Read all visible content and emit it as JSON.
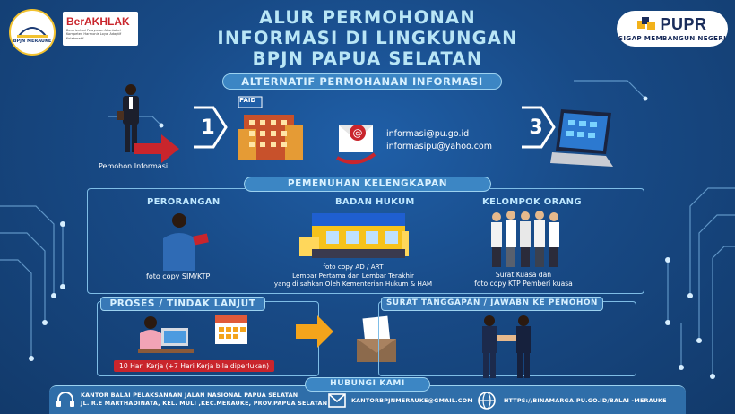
{
  "logos": {
    "bpjn": "BPJN MERAUKE",
    "akhlak_main": "BerAKHLAK",
    "akhlak_sub": "Berorientasi Pelayanan Akuntabel Kompeten Harmonis Loyal Adaptif Kolaboratif",
    "pupr_brand": "PUPR",
    "pupr_tag": "SIGAP MEMBANGUN NEGERI"
  },
  "title": {
    "line1": "ALUR PERMOHONAN",
    "line2": "INFORMASI DI LINGKUNGAN",
    "line3": "BPJN PAPUA SELATAN"
  },
  "alternatif": {
    "header": "ALTERNATIF PERMOHANAN INFORMASI",
    "requester_label": "Pemohon Informasi",
    "step1": "1",
    "step3": "3",
    "paid_sign": "PAID",
    "email_1": "informasi@pu.go.id",
    "email_2": "informasipu@yahoo.com"
  },
  "pemenuhan": {
    "header": "PEMENUHAN KELENGKAPAN",
    "perorangan": {
      "title": "PERORANGAN",
      "doc": "foto copy SIM/KTP"
    },
    "badan_hukum": {
      "title": "BADAN HUKUM",
      "doc1": "foto copy AD / ART",
      "doc2": "Lembar Pertama dan Lembar Terakhir",
      "doc3": "yang di sahkan Oleh Kementerian Hukum & HAM"
    },
    "kelompok": {
      "title": "KELOMPOK ORANG",
      "doc1": "Surat Kuasa dan",
      "doc2": "foto copy KTP Pemberi kuasa"
    }
  },
  "proses": {
    "header": "PROSES / TINDAK LANJUT",
    "duration": "10 Hari Kerja (+7 Hari Kerja bila diperlukan)"
  },
  "surat": {
    "header": "SURAT TANGGAPAN / JAWABN KE PEMOHON"
  },
  "hubungi": {
    "header": "HUBUNGI KAMI",
    "address_1": "KANTOR  BALAI PELAKSANAAN JALAN NASIONAL PAPUA SELATAN",
    "address_2": "JL. R.E MARTHADINATA, KEL. MULI ,KEC.MERAUKE,  PROV.PAPUA SELATAN",
    "email": "KANTORBPJNMERAUKE@GMAIL.COM",
    "website": "HTTPS://BINAMARGA.PU.GO.ID/BALAI -MERAUKE"
  },
  "colors": {
    "background": "#184a86",
    "title": "#b9e6f6",
    "pill": "#3c86c4",
    "accent_red": "#c9252c",
    "accent_orange": "#f4a41b"
  }
}
